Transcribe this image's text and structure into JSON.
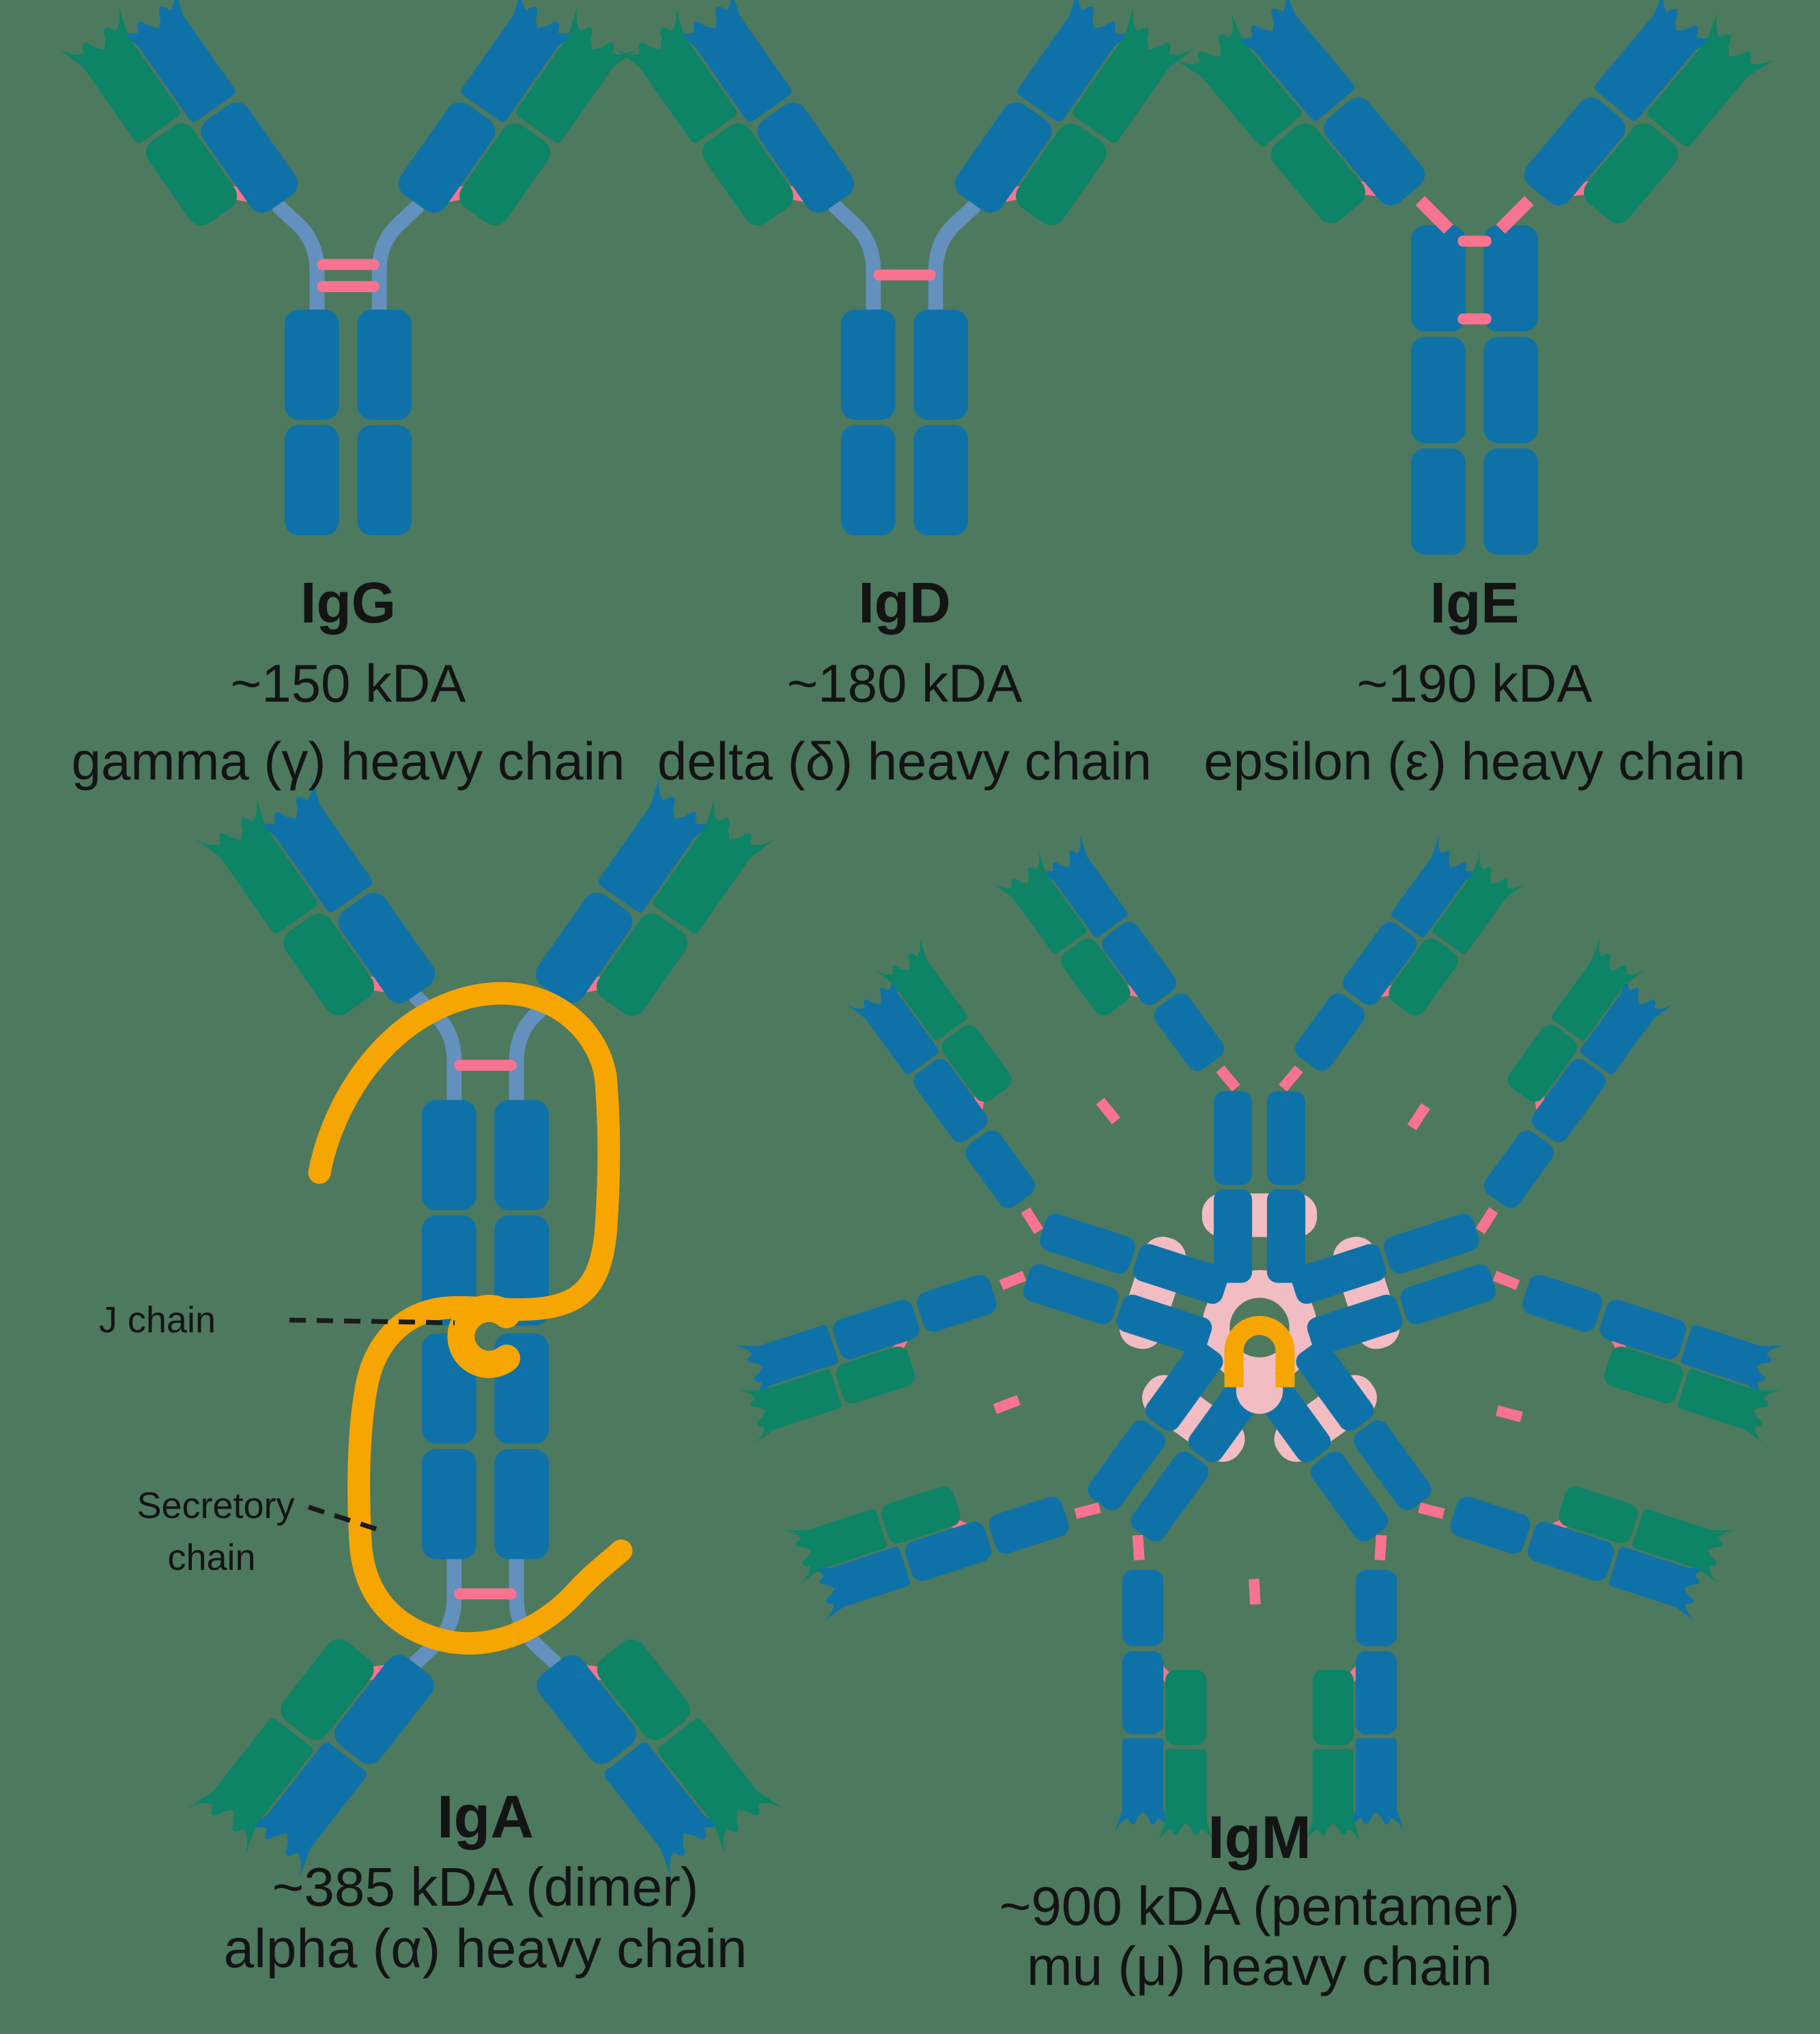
{
  "diagram_title": "Antibody isotypes diagram",
  "background_color": "#4D795F",
  "colors": {
    "heavy_chain_blue": "#0E72A8",
    "light_chain_green": "#0C8465",
    "hinge_blue": "#6390BC",
    "disulfide_pink": "#F8738F",
    "joining_pale_pink": "#F2BCC3",
    "j_chain_orange": "#F7A500",
    "text": "#141414"
  },
  "panels": [
    {
      "id": "igg",
      "name": "IgG",
      "mass": "~150 kDA",
      "chain": "gamma (γ) heavy chain"
    },
    {
      "id": "igd",
      "name": "IgD",
      "mass": "~180 kDA",
      "chain": "delta (δ) heavy chain"
    },
    {
      "id": "ige",
      "name": "IgE",
      "mass": "~190 kDA",
      "chain": "epsilon (ε) heavy chain"
    },
    {
      "id": "iga",
      "name": "IgA",
      "mass": "~385 kDA (dimer)",
      "chain": "alpha (α) heavy chain",
      "annotations": {
        "j_chain": "J chain",
        "secretory_line1": "Secretory",
        "secretory_line2": "chain"
      }
    },
    {
      "id": "igm",
      "name": "IgM",
      "mass": "~900 kDA (pentamer)",
      "chain": "mu (μ) heavy chain"
    }
  ]
}
